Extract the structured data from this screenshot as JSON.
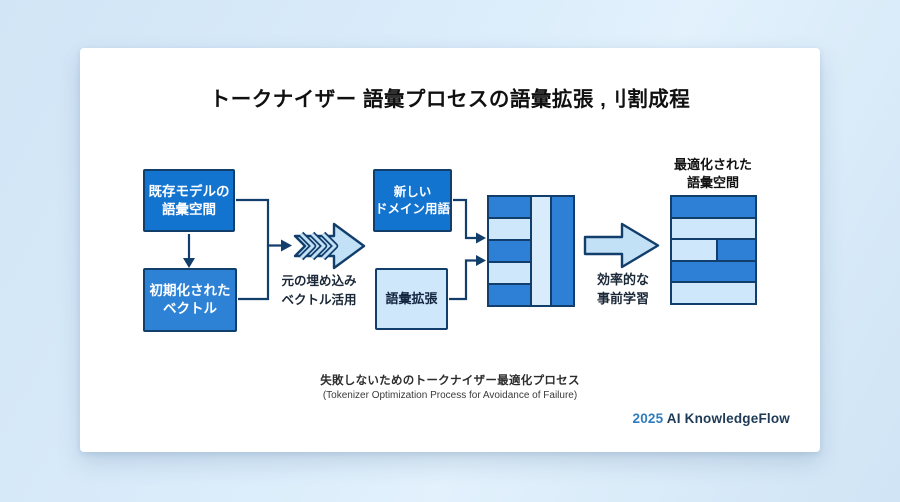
{
  "title": "トークナイザー 語彙プロセスの語彙拡張 ,刂割成程",
  "flow": {
    "existing_model": {
      "line1": "既存モデルの",
      "line2": "語彙空間"
    },
    "init_vector": {
      "line1": "初期化された",
      "line2": "ベクトル"
    },
    "embed_note": {
      "line1": "元の埋め込み",
      "line2": "ベクトル活用"
    },
    "new_domain": {
      "line1": "新しい",
      "line2": "ドメイン用語"
    },
    "vocab_expand": {
      "label": "語彙拡張"
    },
    "pretrain_note": {
      "line1": "効率的な",
      "line2": "事前学習"
    },
    "optimized": {
      "line1": "最適化された",
      "line2": "語彙空間"
    }
  },
  "matrices": {
    "merged": {
      "left_column_rows": [
        "blue",
        "light",
        "blue",
        "light",
        "blue"
      ],
      "middle_column": "lighter",
      "right_column": "blue"
    },
    "optimized": {
      "rows": [
        "blue",
        "light",
        "split",
        "blue",
        "light"
      ],
      "split": [
        "light",
        "blue"
      ]
    }
  },
  "caption": {
    "ja": "失敗しないためのトークナイザー最適化プロセス",
    "en": "(Tokenizer Optimization Process for Avoidance of Failure)"
  },
  "footer": {
    "year": "2025",
    "brand": "AI KnowledgeFlow"
  },
  "colors": {
    "background": "#d6e8f7",
    "card": "#ffffff",
    "node_blue_strong": "#1374d0",
    "node_blue_medium": "#2e82d6",
    "cell_blue": "#2e7fd6",
    "cell_light": "#cfe7fa",
    "arrow_fill": "#c2e0f6",
    "border_navy": "#123e6b",
    "footer_year": "#2f7dbd",
    "footer_brand": "#1e3a56"
  }
}
